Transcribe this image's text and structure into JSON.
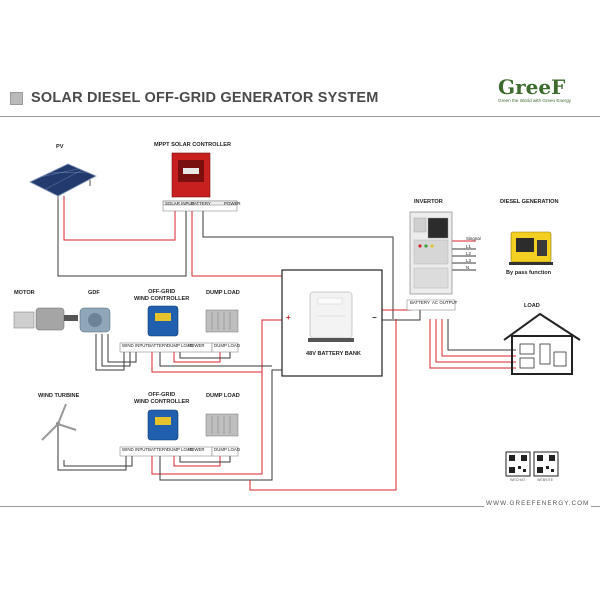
{
  "title": "SOLAR DIESEL OFF-GRID GENERATOR SYSTEM",
  "logo": {
    "name": "GreeF",
    "tagline": "Green the World with Green Energy"
  },
  "website": "WWW.GREEFENERGY.COM",
  "components": {
    "pv": "PV",
    "mppt": "MPPT SOLAR CONTROLLER",
    "inverter": "INVERTOR",
    "diesel": "DIESEL GENERATION",
    "bypass": "By pass function",
    "motor": "MOTOR",
    "gdf": "GDF",
    "wind_controller_1": "OFF-GRID\nWIND CONTROLLER",
    "dump_load_1": "DUMP LOAD",
    "battery": "48V BATTERY BANK",
    "load": "LOAD",
    "wind_turbine": "WIND TURBINE",
    "wind_controller_2": "OFF-GRID\nWIND CONTROLLER",
    "dump_load_2": "DUMP LOAD"
  },
  "terminals": {
    "mppt": [
      "SOLAR INPUT",
      "BATTERY",
      "POWER"
    ],
    "inverter": [
      "BATTERY",
      "AC OUTPUT"
    ],
    "wind_ctrl": [
      "WIND INPUT",
      "BATTERY",
      "DUMP LOAD",
      "POWER"
    ],
    "dump": "DUMP LOAD"
  },
  "generator_lines": [
    "Singnal",
    "L1",
    "L2",
    "L3",
    "N"
  ],
  "battery_polarity": [
    "+",
    "−"
  ],
  "qr_captions": [
    "WECHAT",
    "WEBSITE"
  ],
  "colors": {
    "wire_red": "#d8262e",
    "wire_black": "#3a3a3a",
    "logo_green": "#3d6b2e",
    "controller_blue": "#1f5fae"
  }
}
